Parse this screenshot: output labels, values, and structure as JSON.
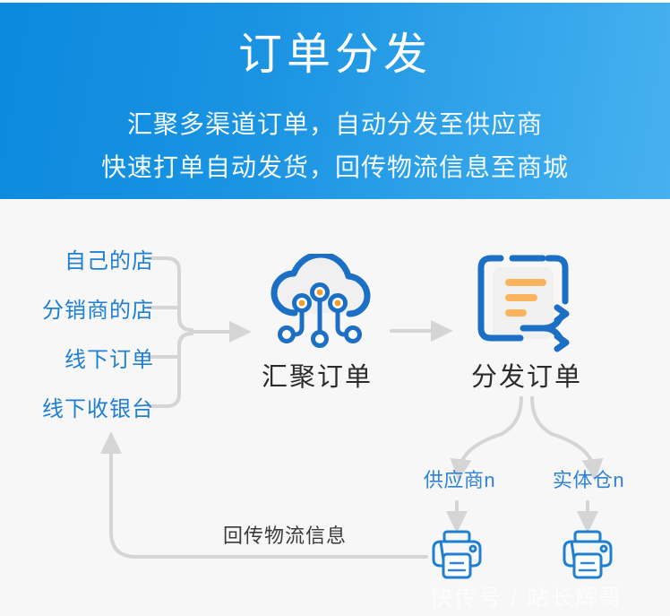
{
  "banner": {
    "title": "订单分发",
    "subtitle_line1": "汇聚多渠道订单，自动分发至供应商",
    "subtitle_line2": "快速打单自动发货，回传物流信息至商城",
    "gradient_from": "#0b8ade",
    "gradient_to": "#46b1f0",
    "text_color": "#ffffff"
  },
  "diagram": {
    "background": "#f7f7f7",
    "wire_color": "#d5d5d5",
    "accent_blue": "#1f7fd0",
    "icon_blue": "#1b6fc4",
    "icon_orange": "#f0a63c",
    "sources": [
      {
        "label": "自己的店"
      },
      {
        "label": "分销商的店"
      },
      {
        "label": "线下订单"
      },
      {
        "label": "线下收银台"
      }
    ],
    "nodes": [
      {
        "label": "汇聚订单",
        "icon": "cloud-network-icon"
      },
      {
        "label": "分发订单",
        "icon": "document-split-icon"
      }
    ],
    "branches": [
      {
        "label": "供应商n",
        "icon": "printer-icon"
      },
      {
        "label": "实体仓n",
        "icon": "printer-icon"
      }
    ],
    "feedback_label": "回传物流信息"
  },
  "watermark": {
    "text": "快传号 / 站长辉哥"
  }
}
